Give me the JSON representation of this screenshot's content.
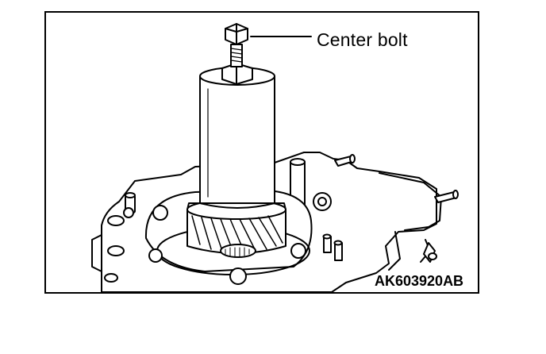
{
  "diagram": {
    "callouts": [
      {
        "label": "Center bolt",
        "target": "center-bolt"
      }
    ],
    "figure_code": "AK603920AB"
  }
}
